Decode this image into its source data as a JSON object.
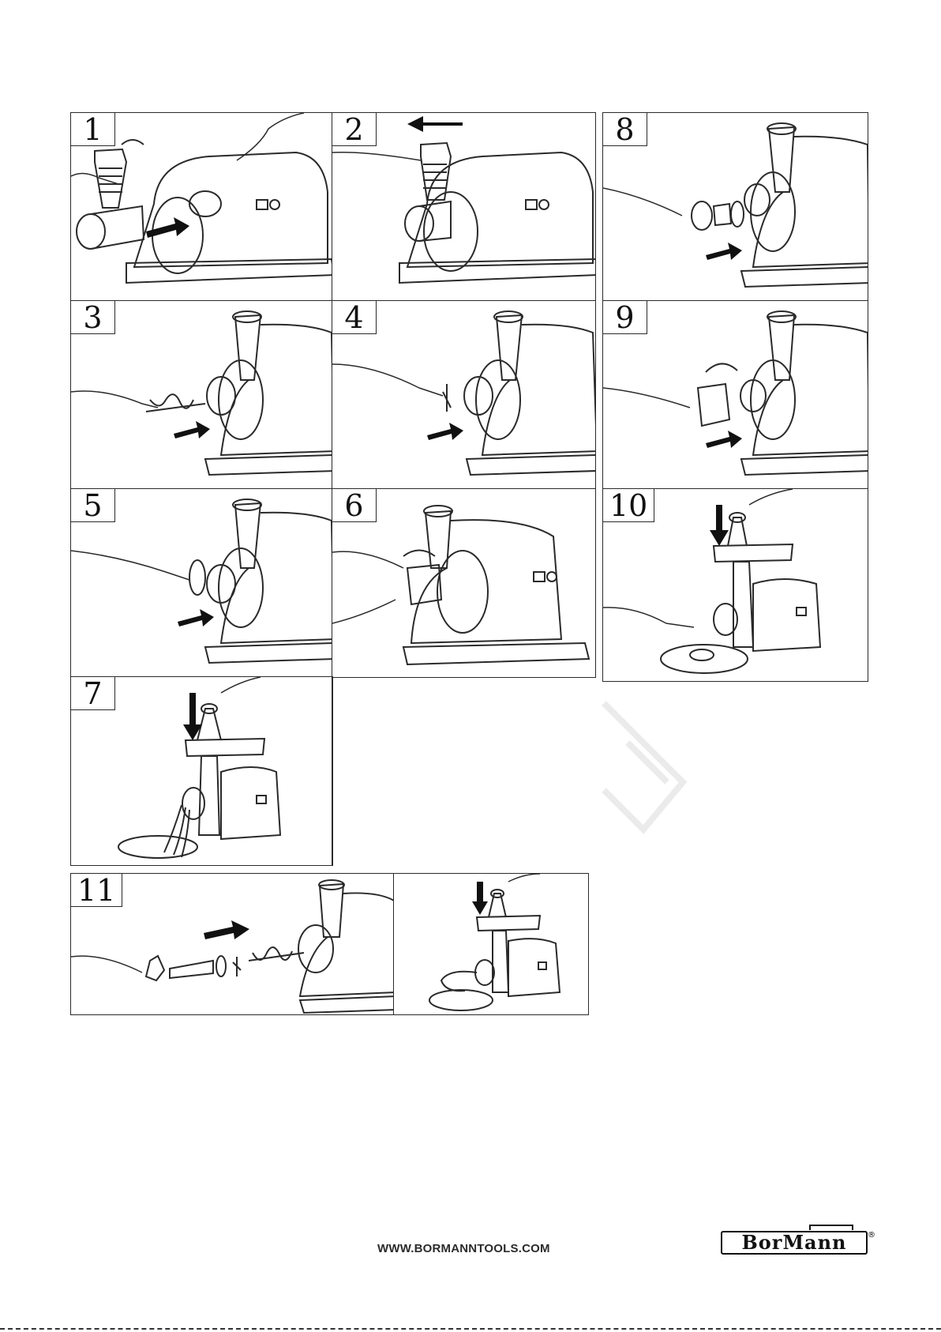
{
  "steps": [
    {
      "id": "1",
      "label": "1"
    },
    {
      "id": "2",
      "label": "2"
    },
    {
      "id": "3",
      "label": "3"
    },
    {
      "id": "4",
      "label": "4"
    },
    {
      "id": "5",
      "label": "5"
    },
    {
      "id": "6",
      "label": "6"
    },
    {
      "id": "7",
      "label": "7"
    },
    {
      "id": "8",
      "label": "8"
    },
    {
      "id": "9",
      "label": "9"
    },
    {
      "id": "10",
      "label": "10"
    },
    {
      "id": "11",
      "label": "11"
    }
  ],
  "footer": {
    "website": "WWW.BORMANNTOOLS.COM",
    "brand": "BorMann",
    "registered_mark": "®"
  },
  "colors": {
    "line": "#2a2a2a",
    "arrow": "#111111",
    "background": "#ffffff"
  }
}
